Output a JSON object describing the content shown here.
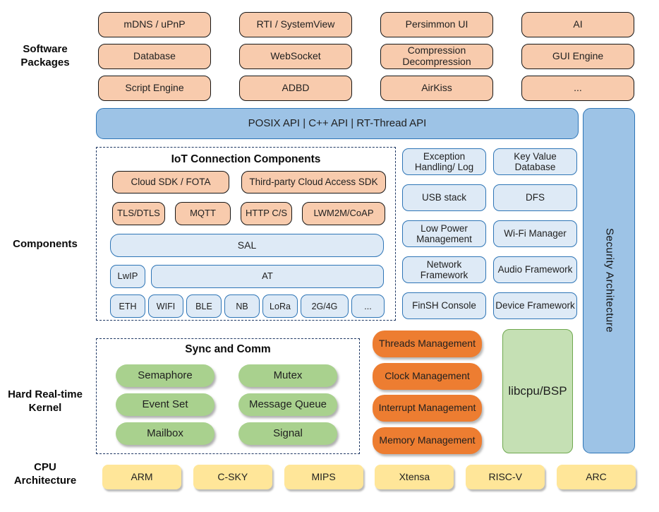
{
  "colors": {
    "package_fill": "#F8CBAD",
    "api_fill": "#9DC3E6",
    "component_fill": "#DEEAF6",
    "component_border": "#2E75B6",
    "kernel_green": "#A9D18E",
    "management_orange": "#ED7D31",
    "libcpu_fill": "#C5E0B4",
    "cpu_yellow": "#FFE699",
    "dashed_border": "#1F3864"
  },
  "side_labels": {
    "software": "Software Packages",
    "components": "Components",
    "kernel": "Hard Real-time Kernel",
    "cpu": "CPU Architecture"
  },
  "packages": {
    "items": [
      "mDNS / uPnP",
      "RTI / SystemView",
      "Persimmon UI",
      "AI",
      "Database",
      "WebSocket",
      "Compression Decompression",
      "GUI Engine",
      "Script Engine",
      "ADBD",
      "AirKiss",
      "..."
    ]
  },
  "api_bar": {
    "label": "POSIX API | C++ API | RT-Thread API"
  },
  "security": {
    "label": "Security Architecture"
  },
  "iot": {
    "title": "IoT Connection Components",
    "row1": [
      "Cloud SDK / FOTA",
      "Third-party Cloud Access SDK"
    ],
    "row2": [
      "TLS/DTLS",
      "MQTT",
      "HTTP C/S",
      "LWM2M/CoAP"
    ],
    "sal": "SAL",
    "lwip": "LwIP",
    "at": "AT",
    "links": [
      "ETH",
      "WIFI",
      "BLE",
      "NB",
      "LoRa",
      "2G/4G",
      "..."
    ]
  },
  "services": {
    "items": [
      "Exception Handling/ Log",
      "Key Value Database",
      "USB stack",
      "DFS",
      "Low Power Management",
      "Wi-Fi Manager",
      "Network Framework",
      "Audio Framework",
      "FinSH Console",
      "Device Framework"
    ]
  },
  "kernel": {
    "sync_title": "Sync and Comm",
    "sync_items": [
      "Semaphore",
      "Mutex",
      "Event Set",
      "Message Queue",
      "Mailbox",
      "Signal"
    ],
    "management": [
      "Threads Management",
      "Clock Management",
      "Interrupt Management",
      "Memory Management"
    ],
    "libcpu": "libcpu/BSP"
  },
  "cpu": {
    "items": [
      "ARM",
      "C-SKY",
      "MIPS",
      "Xtensa",
      "RISC-V",
      "ARC"
    ]
  }
}
